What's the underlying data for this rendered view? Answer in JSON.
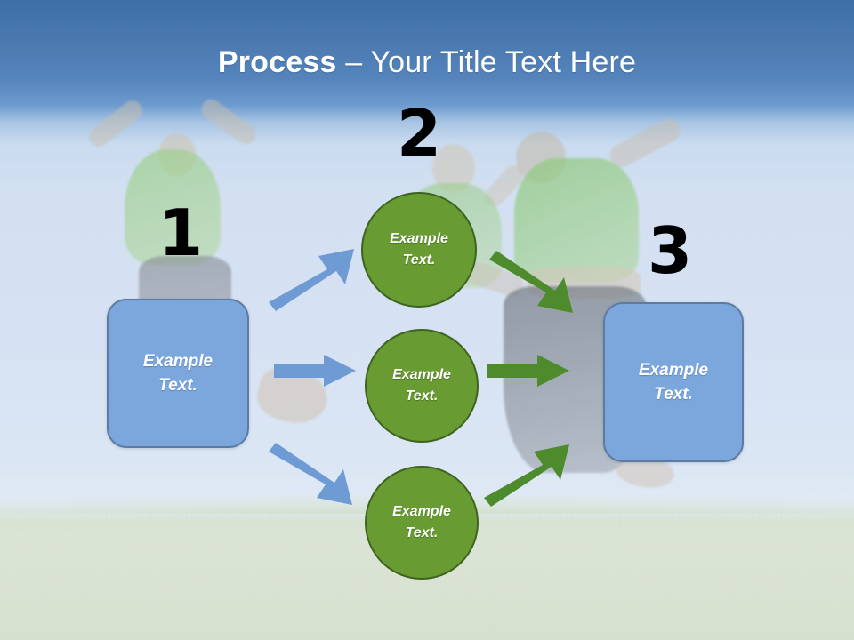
{
  "slide": {
    "title": {
      "bold_part": "Process",
      "rest_part": " – Your Title Text Here",
      "full": "Process – Your Title Text Here"
    },
    "background": {
      "scene": "photo-jumping-children-on-grass",
      "sky_top_color": "#3f6fa8",
      "sky_bottom_color": "#d6e2f3",
      "grass_color": "#d8e2d0"
    }
  },
  "steps": [
    {
      "number": "1",
      "shape": "rounded-rectangle",
      "label_line1": "Example",
      "label_line2": "Text.",
      "fill": "#7ba7dd",
      "border": "#5d7ba1",
      "text_color": "#ffffff"
    },
    {
      "number": "2",
      "shape": "circle-group",
      "fill": "#689b32",
      "border": "#3d6320",
      "text_color": "#ffffff",
      "items": [
        {
          "label_line1": "Example",
          "label_line2": "Text."
        },
        {
          "label_line1": "Example",
          "label_line2": "Text."
        },
        {
          "label_line1": "Example",
          "label_line2": "Text."
        }
      ]
    },
    {
      "number": "3",
      "shape": "rounded-rectangle",
      "label_line1": "Example",
      "label_line2": "Text.",
      "fill": "#7ba7dd",
      "border": "#5d7ba1",
      "text_color": "#ffffff"
    }
  ],
  "arrows": {
    "blue": {
      "color": "#6e9bd3",
      "items": [
        {
          "name": "arrow-blue-up-right",
          "direction": "up-right"
        },
        {
          "name": "arrow-blue-right",
          "direction": "right"
        },
        {
          "name": "arrow-blue-down-right",
          "direction": "down-right"
        }
      ]
    },
    "green": {
      "color": "#4e8b2d",
      "items": [
        {
          "name": "arrow-green-down-right",
          "direction": "down-right"
        },
        {
          "name": "arrow-green-right",
          "direction": "right"
        },
        {
          "name": "arrow-green-up-right",
          "direction": "up-right"
        }
      ]
    }
  }
}
